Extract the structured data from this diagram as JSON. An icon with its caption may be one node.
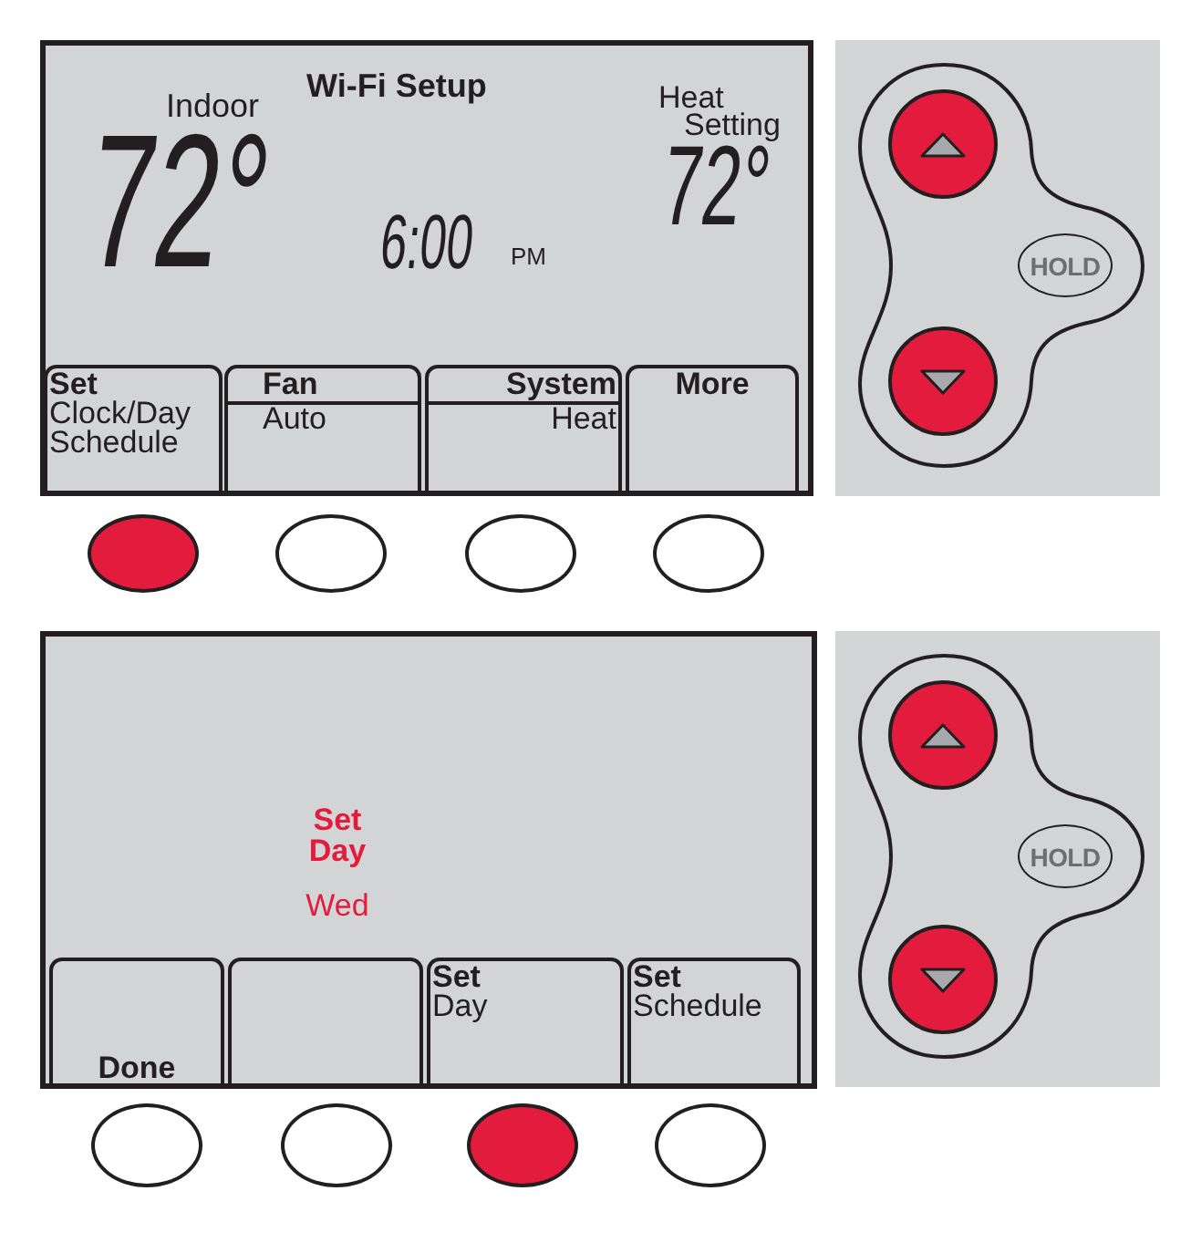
{
  "diagram": {
    "nodes": [
      {
        "text": [
          "Wi-Fi Setup",
          "Indoor",
          "72°",
          "6:00",
          "PM",
          "Heat Setting",
          "72°"
        ]
      },
      {
        "text": [
          "Set",
          "Clock/Day Schedule"
        ],
        "in": 0
      },
      {
        "text": [
          "Fan",
          "Auto"
        ],
        "in": 0
      },
      {
        "text": [
          "System",
          "Heat"
        ],
        "in": 0
      },
      {
        "text": [
          "More"
        ],
        "in": 0
      },
      {
        "text": [],
        "shape": "box"
      },
      {
        "text": [],
        "shape": "circle",
        "in": 5
      },
      {
        "text": [
          "HOLD"
        ],
        "in": 5
      },
      {
        "text": [],
        "shape": "circle",
        "in": 5
      },
      {
        "text": [],
        "shape": "ellipse"
      },
      {
        "text": [],
        "shape": "ellipse"
      },
      {
        "text": [],
        "shape": "ellipse"
      },
      {
        "text": [],
        "shape": "ellipse"
      },
      {
        "text": [
          "Set Day",
          "Wed"
        ]
      },
      {
        "text": [
          "Done"
        ],
        "in": 13
      },
      {
        "text": [],
        "shape": "box",
        "in": 13
      },
      {
        "text": [
          "Set",
          "Day"
        ],
        "in": 13
      },
      {
        "text": [
          "Set",
          "Schedule"
        ],
        "in": 13
      },
      {
        "text": [],
        "shape": "box"
      },
      {
        "text": [],
        "shape": "circle",
        "in": 18
      },
      {
        "text": [
          "HOLD"
        ],
        "in": 18
      },
      {
        "text": [],
        "shape": "circle",
        "in": 18
      },
      {
        "text": [],
        "shape": "ellipse"
      },
      {
        "text": [],
        "shape": "ellipse"
      },
      {
        "text": [],
        "shape": "ellipse"
      },
      {
        "text": [],
        "shape": "ellipse"
      }
    ]
  }
}
